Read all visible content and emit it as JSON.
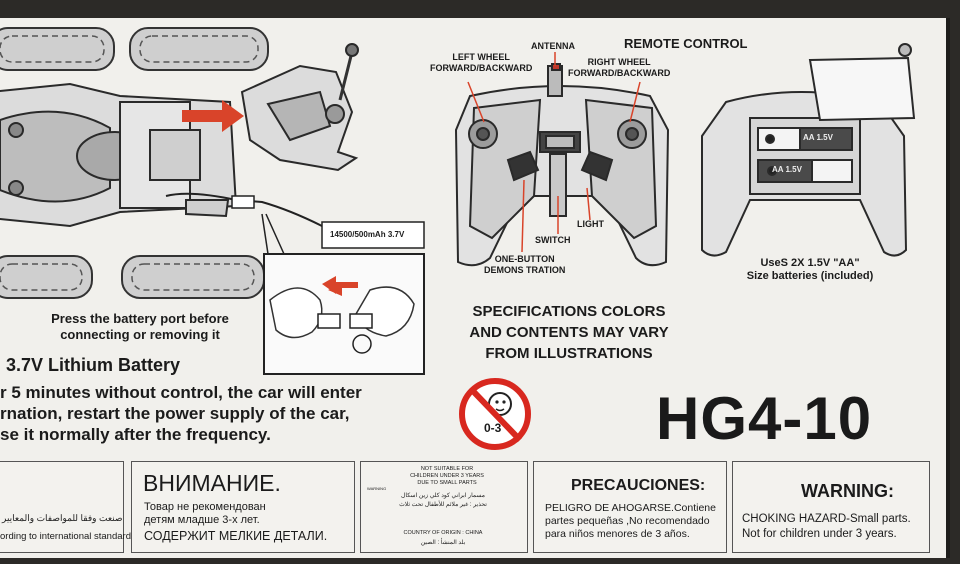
{
  "colors": {
    "box": "#f1f0ec",
    "ink": "#1b1b1b",
    "accent": "#d9442a",
    "prohibit": "#d8281f",
    "dark": "#2c2a27"
  },
  "labels": {
    "remote_control": "REMOTE CONTROL",
    "antenna": "ANTENNA",
    "left_wheel": [
      "LEFT WHEEL",
      "FORWARD/BACKWARD"
    ],
    "right_wheel": [
      "RIGHT WHEEL",
      "FORWARD/BACKWARD"
    ],
    "light": "LIGHT",
    "switch": "SWITCH",
    "demo": [
      "ONE-BUTTON",
      "DEMONS TRATION"
    ],
    "battery_spec": "14500/500mAh 3.7V",
    "aa_cell": "AA 1.5V",
    "batteries_note": [
      "UseS 2X 1.5V \"AA\"",
      "Size batteries (included)"
    ]
  },
  "instructions": {
    "battery_port": [
      "Press the battery port before",
      "connecting or removing it"
    ],
    "lithium_title": "3.7V Lithium Battery",
    "hibernation": [
      "r 5 minutes without control, the car will enter",
      "rnation, restart the power supply of the car,",
      "se it normally after the frequency."
    ]
  },
  "specs": [
    "SPECIFICATIONS COLORS",
    "AND CONTENTS MAY VARY",
    "FROM ILLUSTRATIONS"
  ],
  "age_icon": {
    "age": "0-3"
  },
  "model": "HG4-10",
  "warnings": {
    "arabic": [
      "صنعت وفقا للمواصفات والمعايير",
      "ording to international standards"
    ],
    "russian": {
      "title": "ВНИМАНИЕ.",
      "lines": [
        "Товар не рекомендован",
        "детям младше 3-х лет."
      ],
      "bottom": "СОДЕРЖИТ МЕЛКИЕ ДЕТАЛИ."
    },
    "multi": {
      "warning_small": "WARNING",
      "top": [
        "NOT SUITABLE FOR",
        "CHILDREN UNDER 3 YEARS",
        "DUE TO SMALL PARTS"
      ],
      "arabic_lines": [
        "مسمار ابراني كود كلي زين اسكال",
        "تحذير : غير ملائم للأطفال تحت ثلاث"
      ],
      "origin": "COUNTRY OF ORIGIN : CHINA",
      "origin_ar": "بلد المنشأ : الصين"
    },
    "spanish": {
      "title": "PRECAUCIONES:",
      "lines": [
        "PELIGRO DE AHOGARSE.Contiene",
        "partes pequeñas ,No recomendado",
        "para niños menores de 3 años."
      ]
    },
    "english": {
      "title": "WARNING:",
      "lines": [
        "CHOKING HAZARD-Small parts.",
        "Not for children under 3 years."
      ]
    }
  }
}
